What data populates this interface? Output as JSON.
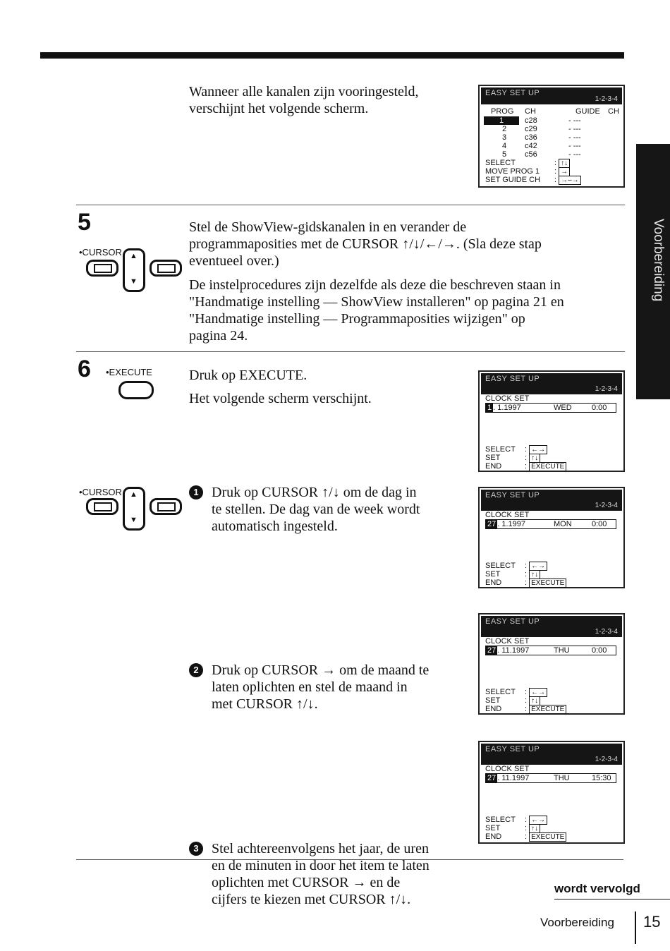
{
  "intro": {
    "text_line1": "Wanneer alle kanalen zijn vooringesteld,",
    "text_line2": "verschijnt het volgende scherm."
  },
  "screen1": {
    "title": "EASY SET UP",
    "steps": "1-2-3-4",
    "columns": [
      "PROG",
      "CH",
      "GUIDE",
      "CH"
    ],
    "rows": [
      {
        "prog": "1",
        "ch": "c28",
        "guide": "- ---"
      },
      {
        "prog": "2",
        "ch": "c29",
        "guide": "- ---"
      },
      {
        "prog": "3",
        "ch": "c36",
        "guide": "- ---"
      },
      {
        "prog": "4",
        "ch": "c42",
        "guide": "- ---"
      },
      {
        "prog": "5",
        "ch": "c56",
        "guide": "- ---"
      }
    ],
    "select_label": "SELECT",
    "select_keys": "↑↓",
    "move_label": "MOVE PROG 1",
    "move_keys": "→",
    "guide_label": "SET GUIDE CH",
    "guide_keys": "→–→"
  },
  "step5": {
    "number": "5",
    "button_label": "•CURSOR",
    "para1_line1": "Stel de ShowView-gidskanalen in en verander de",
    "para1_line2": "programmaposities met de CURSOR ↑/↓/←/→. (Sla deze stap",
    "para1_line3": "eventueel over.)",
    "para2_line1": "De instelprocedures zijn dezelfde als deze die beschreven staan in",
    "para2_line2": "\"Handmatige instelling — ShowView installeren\" op pagina 21 en",
    "para2_line3": "\"Handmatige instelling — Programmaposities wijzigen\" op",
    "para2_line4": "pagina 24."
  },
  "step6": {
    "number": "6",
    "button_label": "•EXECUTE",
    "text_line1": "Druk op EXECUTE.",
    "text_line2": "Het volgende scherm verschijnt.",
    "cursor_label": "•CURSOR"
  },
  "clock_screens": [
    {
      "title": "EASY SET UP",
      "steps": "1-2-3-4",
      "label": "CLOCK SET",
      "day": "1",
      "rest": ". 1.1997",
      "dow": "WED",
      "time": "0:00"
    },
    {
      "title": "EASY SET UP",
      "steps": "1-2-3-4",
      "label": "CLOCK SET",
      "day": "27",
      "rest": ". 1.1997",
      "dow": "MON",
      "time": "0:00"
    },
    {
      "title": "EASY SET UP",
      "steps": "1-2-3-4",
      "label": "CLOCK SET",
      "day": "27",
      "rest": ". 11.1997",
      "dow": "THU",
      "time": "0:00"
    },
    {
      "title": "EASY SET UP",
      "steps": "1-2-3-4",
      "label": "CLOCK SET",
      "day": "27",
      "rest": ". 11.1997",
      "dow": "THU",
      "time": "15:30"
    }
  ],
  "clock_footer": {
    "select": "SELECT",
    "select_keys": "←→",
    "set": "SET",
    "set_keys": "↑↓",
    "end": "END",
    "end_key": "EXECUTE"
  },
  "substeps": [
    {
      "num": "1",
      "l1": "Druk op CURSOR ↑/↓ om de dag in",
      "l2": "te stellen. De dag van de week wordt",
      "l3": "automatisch ingesteld.",
      "l4": ""
    },
    {
      "num": "2",
      "l1": "Druk op CURSOR → om de maand te",
      "l2": "laten oplichten en stel de maand in",
      "l3": "met CURSOR ↑/↓.",
      "l4": ""
    },
    {
      "num": "3",
      "l1": "Stel achtereenvolgens het jaar, de uren",
      "l2": "en de minuten in door het item te laten",
      "l3": "oplichten met CURSOR → en de",
      "l4": "cijfers te kiezen met CURSOR ↑/↓."
    }
  ],
  "footer": {
    "continued": "wordt vervolgd",
    "section": "Voorbereiding",
    "page": "15"
  },
  "side_tab": "Voorbereiding"
}
